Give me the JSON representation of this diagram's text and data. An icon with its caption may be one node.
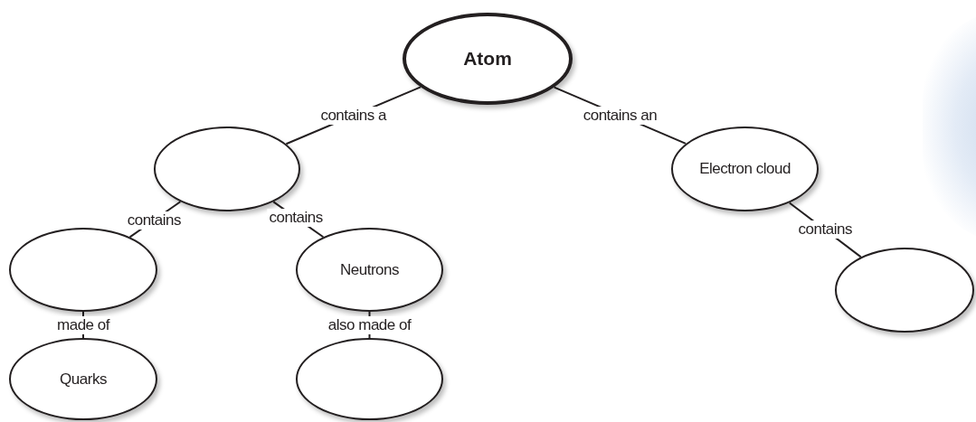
{
  "diagram": {
    "nodes": [
      {
        "text": [
          "Atom"
        ]
      },
      {
        "text": [],
        "shape": "ellipse"
      },
      {
        "text": [
          "Electron cloud"
        ]
      },
      {
        "text": [],
        "shape": "ellipse"
      },
      {
        "text": [
          "Neutrons"
        ]
      },
      {
        "text": [],
        "shape": "ellipse"
      },
      {
        "text": [
          "Quarks"
        ]
      },
      {
        "text": [],
        "shape": "ellipse"
      }
    ],
    "edges": [
      {
        "from": 0,
        "to": 1,
        "arrow": "none",
        "label": "contains a"
      },
      {
        "from": 0,
        "to": 2,
        "arrow": "none",
        "label": "contains an"
      },
      {
        "from": 1,
        "to": 3,
        "arrow": "none",
        "label": "contains"
      },
      {
        "from": 1,
        "to": 4,
        "arrow": "none",
        "label": "contains"
      },
      {
        "from": 2,
        "to": 5,
        "arrow": "none",
        "label": "contains"
      },
      {
        "from": 3,
        "to": 6,
        "arrow": "none",
        "label": "made of"
      },
      {
        "from": 4,
        "to": 7,
        "arrow": "none",
        "label": "also made of"
      }
    ]
  }
}
